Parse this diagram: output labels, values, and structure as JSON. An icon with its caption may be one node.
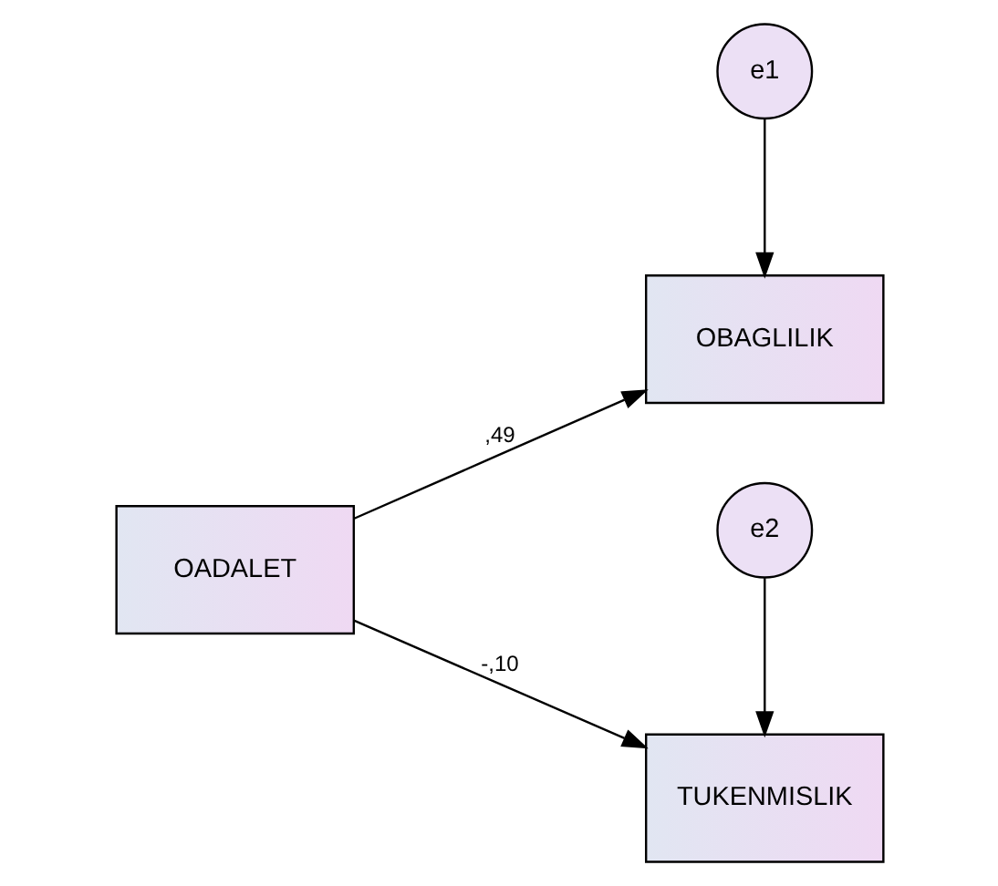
{
  "diagram": {
    "nodes": [
      {
        "text": [
          "e1"
        ]
      },
      {
        "text": [
          "OBAGLILIK"
        ]
      },
      {
        "text": [
          "OADALET"
        ]
      },
      {
        "text": [
          "e2"
        ]
      },
      {
        "text": [
          "TUKENMISLIK"
        ]
      }
    ],
    "edges": [
      {
        "from": 0,
        "to": 1,
        "arrow": "to"
      },
      {
        "from": 2,
        "to": 1,
        "arrow": "to",
        "label": ",49"
      },
      {
        "from": 2,
        "to": 4,
        "arrow": "to",
        "label": "-,10"
      },
      {
        "from": 3,
        "to": 4,
        "arrow": "to"
      }
    ]
  }
}
